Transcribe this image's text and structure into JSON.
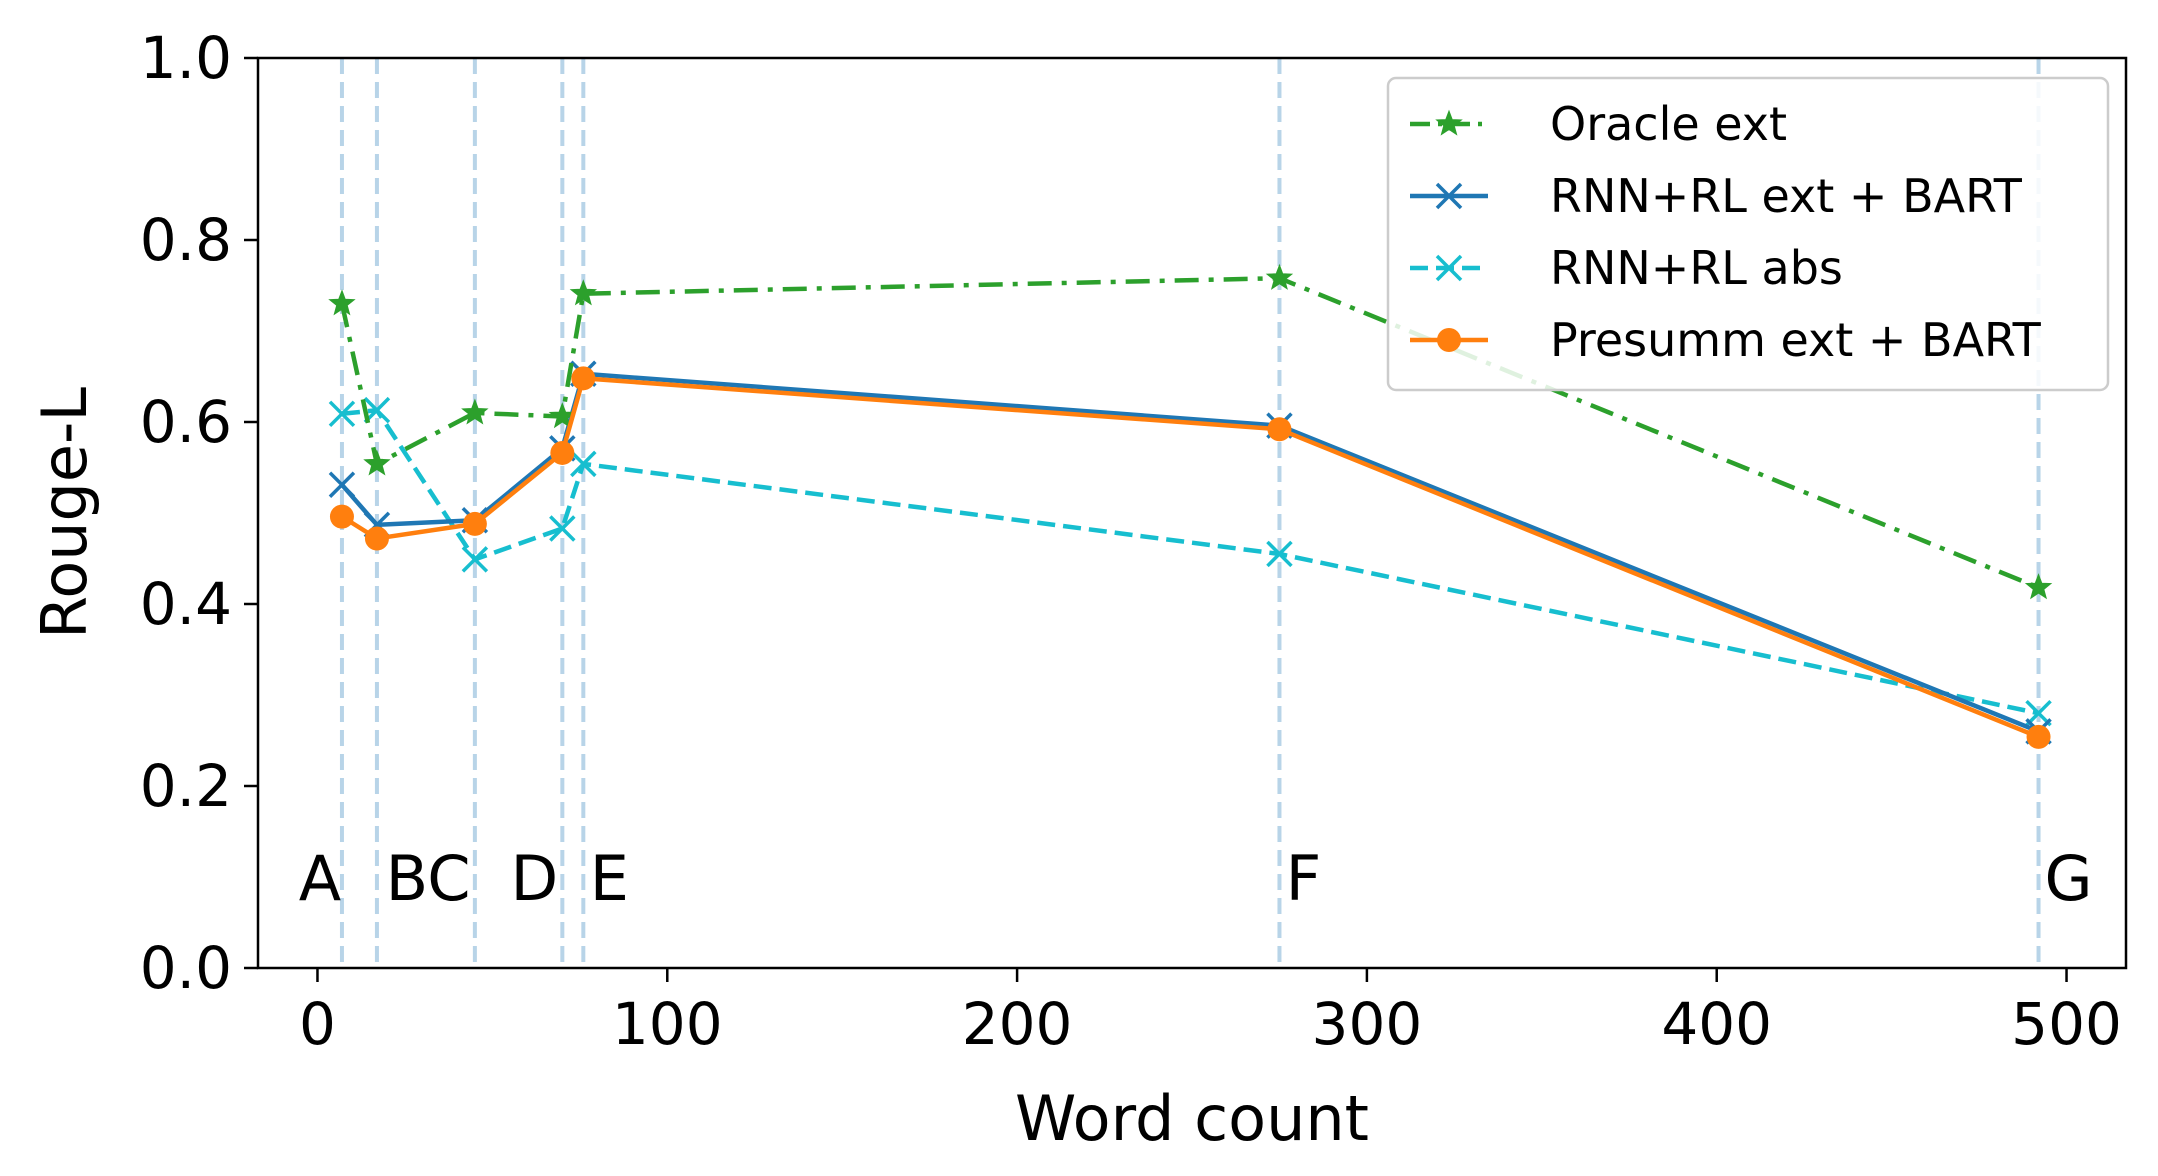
{
  "chart_data": {
    "type": "line",
    "title": "",
    "xlabel": "Word count",
    "ylabel": "Rouge-L",
    "xlim": [
      -17,
      517
    ],
    "ylim": [
      0.0,
      1.0
    ],
    "xticks": [
      0,
      100,
      200,
      300,
      400,
      500
    ],
    "yticks": [
      0.0,
      0.2,
      0.4,
      0.6,
      0.8,
      1.0
    ],
    "xtick_labels": [
      "0",
      "100",
      "200",
      "300",
      "400",
      "500"
    ],
    "ytick_labels": [
      "0.0",
      "0.2",
      "0.4",
      "0.6",
      "0.8",
      "1.0"
    ],
    "grid": false,
    "legend_position": "top-right",
    "markers": [
      {
        "label": "A",
        "x": 7
      },
      {
        "label": "B",
        "x": 17
      },
      {
        "label": "C",
        "x": 45
      },
      {
        "label": "D",
        "x": 70
      },
      {
        "label": "E",
        "x": 76
      },
      {
        "label": "F",
        "x": 275
      },
      {
        "label": "G",
        "x": 492
      }
    ],
    "marker_line_color": "#b8d4e8",
    "series": [
      {
        "name": "Oracle ext",
        "color": "#2ca02c",
        "line_style": "dashdot",
        "marker": "star",
        "x": [
          7,
          17,
          45,
          70,
          76,
          275,
          492
        ],
        "y": [
          0.73,
          0.554,
          0.61,
          0.606,
          0.741,
          0.758,
          0.418
        ]
      },
      {
        "name": "RNN+RL ext + BART",
        "color": "#1f77b4",
        "line_style": "solid",
        "marker": "x",
        "x": [
          7,
          17,
          45,
          70,
          76,
          275,
          492
        ],
        "y": [
          0.531,
          0.487,
          0.492,
          0.571,
          0.653,
          0.596,
          0.26
        ]
      },
      {
        "name": "RNN+RL abs",
        "color": "#17becf",
        "line_style": "dashed",
        "marker": "x",
        "x": [
          7,
          17,
          45,
          70,
          76,
          275,
          492
        ],
        "y": [
          0.609,
          0.613,
          0.449,
          0.483,
          0.554,
          0.455,
          0.28
        ]
      },
      {
        "name": "Presumm ext + BART",
        "color": "#ff7f0e",
        "line_style": "solid",
        "marker": "circle",
        "x": [
          7,
          17,
          45,
          70,
          76,
          275,
          492
        ],
        "y": [
          0.496,
          0.472,
          0.488,
          0.566,
          0.648,
          0.592,
          0.254
        ]
      }
    ]
  }
}
